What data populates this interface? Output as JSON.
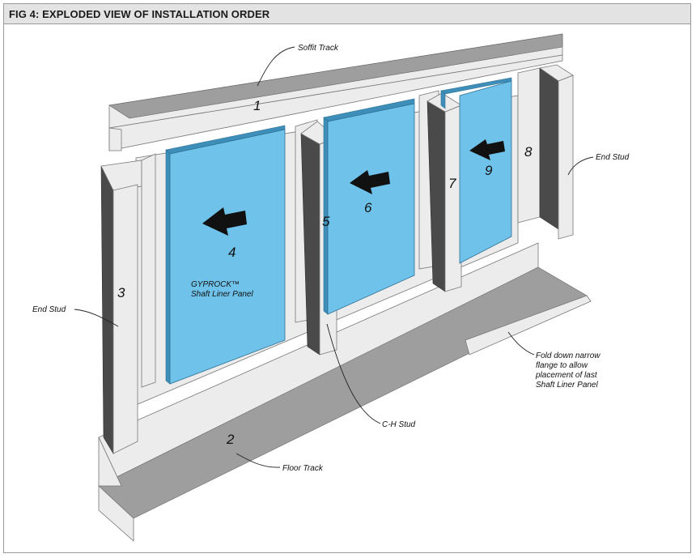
{
  "figure": {
    "title": "FIG 4: EXPLODED VIEW OF INSTALLATION ORDER"
  },
  "labels": {
    "soffit_track": "Soffit Track",
    "floor_track": "Floor Track",
    "end_stud_left": "End Stud",
    "end_stud_right": "End Stud",
    "ch_stud": "C-H Stud",
    "fold_line1": "Fold down narrow",
    "fold_line2": "flange to allow",
    "fold_line3": "placement of last",
    "fold_line4": "Shaft Liner Panel",
    "panel_line1": "GYPROCK™",
    "panel_line2": "Shaft Liner Panel"
  },
  "steps": [
    "1",
    "2",
    "3",
    "4",
    "5",
    "6",
    "7",
    "8",
    "9"
  ],
  "colors": {
    "panel_blue": "#6fc3ea",
    "panel_edge": "#3d8fba",
    "steel_light": "#ececec",
    "steel_dark": "#4a4a4a",
    "title_bar": "#e3e3e3"
  },
  "icons": [
    "arrow-left-icon",
    "arrow-left-icon",
    "arrow-left-icon"
  ]
}
